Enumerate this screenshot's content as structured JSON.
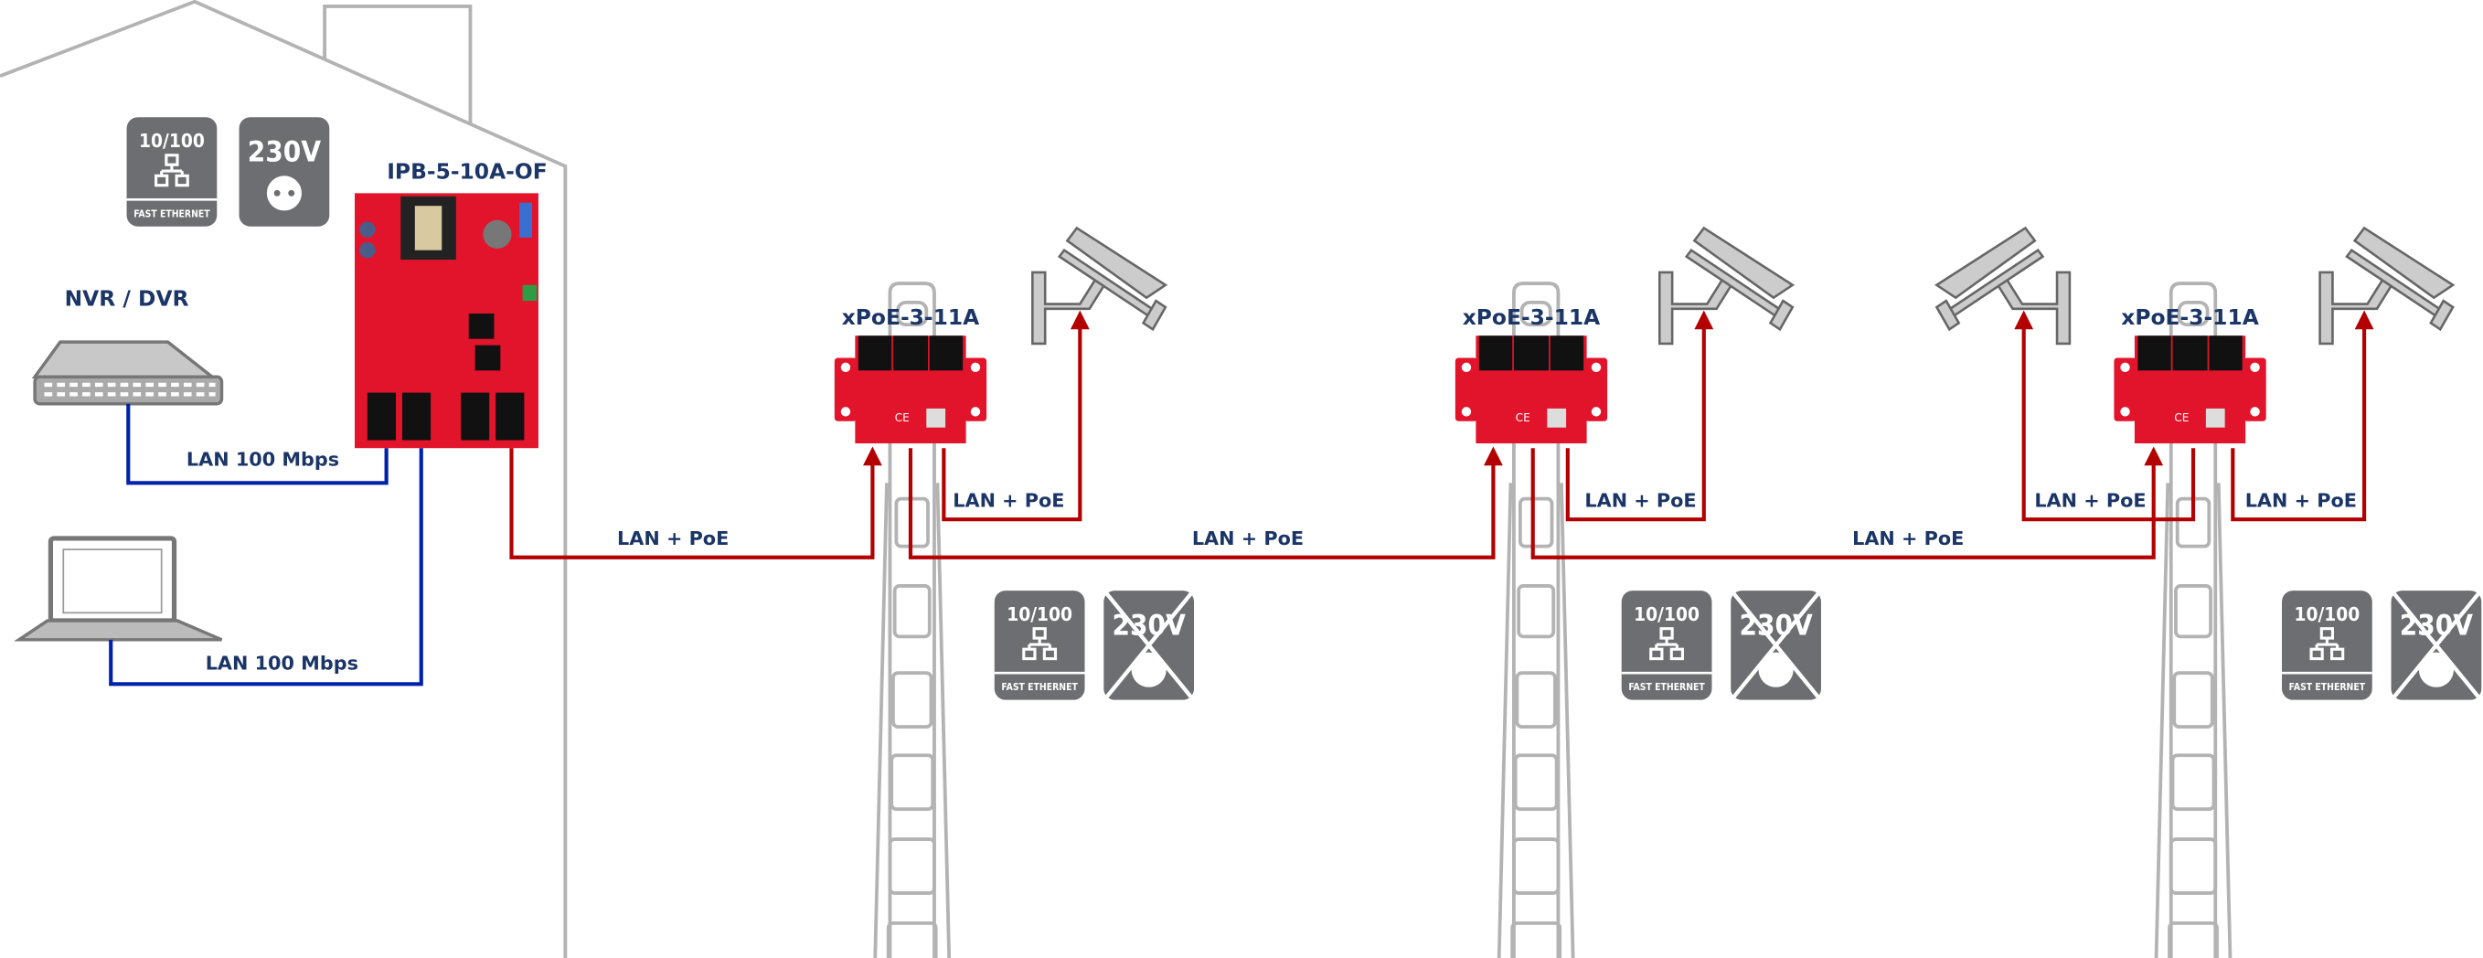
{
  "devices": {
    "psu_label": "IPB-5-10A-OF",
    "recorder_label": "NVR / DVR",
    "splitter_label": "xPoE-3-11A"
  },
  "links": {
    "lan100": "LAN 100 Mbps",
    "lanpoe": "LAN + PoE"
  },
  "badges": {
    "speed": "10/100",
    "ethernet": "FAST ETHERNET",
    "voltage": "230V"
  },
  "colors": {
    "poe_line": "#b30000",
    "lan_line": "#0022aa",
    "label": "#1b3567",
    "badge": "#6d6e71",
    "board": "#e2142b"
  }
}
